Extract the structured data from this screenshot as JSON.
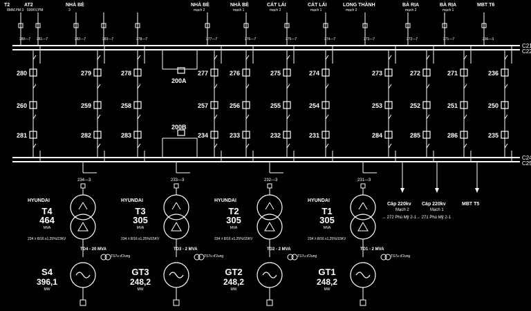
{
  "colors": {
    "background": "#000000",
    "line": "#ffffff",
    "breaker": "#ffffff",
    "label": "#ffffff"
  },
  "top_labels": [
    {
      "id": "t2",
      "text": "T2",
      "sub": "8MM.PM 3"
    },
    {
      "id": "at2",
      "text": "AT2",
      "sub": "500KV.PM"
    },
    {
      "id": "nha-be-3",
      "text": "NHÀ BÈ",
      "sub": "3"
    },
    {
      "id": "nha-be-2",
      "text": "NHÀ BÈ",
      "sub": "mạch 2"
    },
    {
      "id": "nha-be-1",
      "text": "NHÀ BÈ",
      "sub": "mạch 1"
    },
    {
      "id": "cat-lai-2",
      "text": "CÁT LÁI",
      "sub": "mạch 2"
    },
    {
      "id": "cat-lai-1",
      "text": "CÁT LÁI",
      "sub": "mạch 1"
    },
    {
      "id": "long-thanh",
      "text": "LONG THÀNH",
      "sub": "mạch 2"
    },
    {
      "id": "ba-ria-2",
      "text": "BÀ RỊA",
      "sub": "mạch 2"
    },
    {
      "id": "ba-ria-1",
      "text": "BÀ RỊA",
      "sub": "mạch 1"
    },
    {
      "id": "mbt-t6",
      "text": "MBT T6",
      "sub": ""
    }
  ],
  "bus_labels": {
    "c21": "C21",
    "c22": "C22",
    "c24": "C24",
    "c25": "C25"
  },
  "feeder_top_labels": [
    "280—7",
    "281—7",
    "282—7",
    "283—7",
    "278—7",
    "277—7",
    "276—7",
    "275—7",
    "274—7",
    "273—7",
    "272—7",
    "271—7",
    "236—3"
  ],
  "upper_breakers": [
    "280",
    "279",
    "278",
    "277",
    "276",
    "275",
    "274",
    "273",
    "272",
    "271",
    "236"
  ],
  "middle_breakers": [
    "260",
    "259",
    "258",
    "257",
    "256",
    "255",
    "254",
    "253",
    "252",
    "251",
    "250"
  ],
  "lower_breakers": [
    "281",
    "282",
    "283",
    "234",
    "233",
    "232",
    "231",
    "284",
    "285",
    "286",
    "235"
  ],
  "coupler_upper": "200A",
  "coupler_lower": "200B",
  "right_feeders": [
    {
      "id": "cap-220-2",
      "label": "Cáp 220kv",
      "sub": "Mạch 2",
      "dest": "→ 272 Phú Mỹ 2-1"
    },
    {
      "id": "cap-220-1",
      "label": "Cáp 220kv",
      "sub": "Mạch 1",
      "dest": "→ 271 Phú Mỹ 2-1"
    },
    {
      "id": "mbt-t5",
      "label": "MBT T5",
      "sub": "",
      "dest": ""
    }
  ],
  "units": [
    {
      "id": "t4",
      "maker": "HYUNDAI",
      "name": "T4",
      "mva": "464",
      "mva_unit": "MVA",
      "ratio": "234 ± 8/16 x1,25%/23KV",
      "td": "TD4 - 20 MVA",
      "td_note": "TS7u d'2ung",
      "gen": "S4",
      "gen_mw": "396,1",
      "mw_unit": "MW"
    },
    {
      "id": "t3",
      "maker": "HYUNDAI",
      "name": "T3",
      "mva": "305",
      "mva_unit": "MVA",
      "ratio": "234 ± 8/16 x1,25%/15KV",
      "td": "TD3 - 2 MVA",
      "td_note": "TS7u d'2ung",
      "gen": "GT3",
      "gen_mw": "248,2",
      "mw_unit": "MW"
    },
    {
      "id": "t2",
      "maker": "HYUNDAI",
      "name": "T2",
      "mva": "305",
      "mva_unit": "MVA",
      "ratio": "234 ± 8/16 x1,25%/15KV",
      "td": "TD2 - 2 MVA",
      "td_note": "TS7u d'2ung",
      "gen": "GT2",
      "gen_mw": "248,2",
      "mw_unit": "MW"
    },
    {
      "id": "t1",
      "maker": "HYUNDAI",
      "name": "T1",
      "mva": "305",
      "mva_unit": "MVA",
      "ratio": "234 ± 8/16 x1,25%/15KV",
      "td": "TD1 - 2 MVA",
      "td_note": "TS7u d'2ung",
      "gen": "GT1",
      "gen_mw": "248,2",
      "mw_unit": "MW"
    }
  ],
  "unit_breaker_labels": [
    "234—3",
    "233—3",
    "232—3",
    "231—3"
  ]
}
